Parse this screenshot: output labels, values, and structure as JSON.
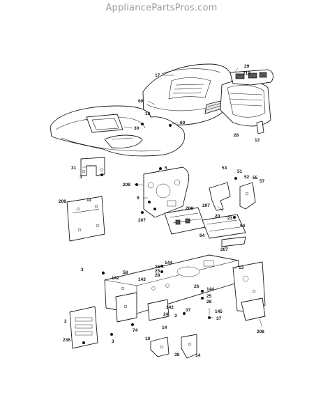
{
  "watermark": "AppliancePartsPros.com",
  "callouts": [
    {
      "id": "c29",
      "label": "29"
    },
    {
      "id": "c212",
      "label": "212"
    },
    {
      "id": "c17",
      "label": "17"
    },
    {
      "id": "c60a",
      "label": "60"
    },
    {
      "id": "c18",
      "label": "18"
    },
    {
      "id": "c30",
      "label": "30"
    },
    {
      "id": "c60b",
      "label": "60"
    },
    {
      "id": "c28",
      "label": "28"
    },
    {
      "id": "c12",
      "label": "12"
    },
    {
      "id": "c31",
      "label": "31"
    },
    {
      "id": "c3a",
      "label": "3"
    },
    {
      "id": "c5",
      "label": "5"
    },
    {
      "id": "c208a",
      "label": "208"
    },
    {
      "id": "c9",
      "label": "9"
    },
    {
      "id": "c208b",
      "label": "208"
    },
    {
      "id": "c11",
      "label": "11"
    },
    {
      "id": "c208c",
      "label": "208"
    },
    {
      "id": "c207a",
      "label": "207"
    },
    {
      "id": "c64",
      "label": "64"
    },
    {
      "id": "c207b",
      "label": "207"
    },
    {
      "id": "c20",
      "label": "20"
    },
    {
      "id": "c23",
      "label": "23"
    },
    {
      "id": "c53",
      "label": "53"
    },
    {
      "id": "c51",
      "label": "51"
    },
    {
      "id": "c52",
      "label": "52"
    },
    {
      "id": "c55",
      "label": "55"
    },
    {
      "id": "c57",
      "label": "57"
    },
    {
      "id": "c54",
      "label": "54"
    },
    {
      "id": "c207c",
      "label": "207"
    },
    {
      "id": "c144a",
      "label": "144"
    },
    {
      "id": "c26",
      "label": "26"
    },
    {
      "id": "c25a",
      "label": "25"
    },
    {
      "id": "c28b",
      "label": "28"
    },
    {
      "id": "c3b",
      "label": "3"
    },
    {
      "id": "c3c",
      "label": "3"
    },
    {
      "id": "c58",
      "label": "58"
    },
    {
      "id": "c142a",
      "label": "142"
    },
    {
      "id": "c143",
      "label": "143"
    },
    {
      "id": "c13",
      "label": "13"
    },
    {
      "id": "c144b",
      "label": "144"
    },
    {
      "id": "c26b",
      "label": "26"
    },
    {
      "id": "c25b",
      "label": "25"
    },
    {
      "id": "c28c",
      "label": "28"
    },
    {
      "id": "c37a",
      "label": "37"
    },
    {
      "id": "c145",
      "label": "145"
    },
    {
      "id": "c37b",
      "label": "37"
    },
    {
      "id": "c208d",
      "label": "208"
    },
    {
      "id": "c142b",
      "label": "142"
    },
    {
      "id": "c3d",
      "label": "3"
    },
    {
      "id": "c24",
      "label": "24"
    },
    {
      "id": "c74",
      "label": "74"
    },
    {
      "id": "c14a",
      "label": "14"
    },
    {
      "id": "c2",
      "label": "2"
    },
    {
      "id": "c236",
      "label": "236"
    },
    {
      "id": "c3e",
      "label": "3"
    },
    {
      "id": "c10",
      "label": "10"
    },
    {
      "id": "c38",
      "label": "38"
    },
    {
      "id": "c14b",
      "label": "14"
    }
  ]
}
